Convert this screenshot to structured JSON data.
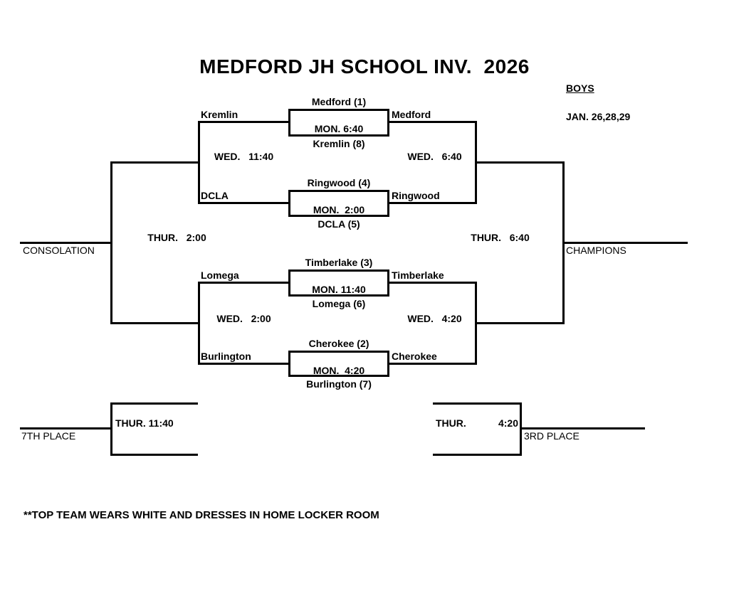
{
  "title": "MEDFORD JH SCHOOL INV.  2026",
  "header": {
    "division": "BOYS",
    "dates": "JAN. 26,28,29"
  },
  "games": [
    {
      "top_seed": "Medford (1)",
      "time": "MON. 6:40",
      "bottom_seed": "Kremlin (8)",
      "winner": "Medford",
      "loser": "Kremlin"
    },
    {
      "top_seed": "Ringwood (4)",
      "time": "MON.  2:00",
      "bottom_seed": "DCLA (5)",
      "winner": "Ringwood",
      "loser": "DCLA"
    },
    {
      "top_seed": "Timberlake (3)",
      "time": "MON. 11:40",
      "bottom_seed": "Lomega (6)",
      "winner": "Timberlake",
      "loser": "Lomega"
    },
    {
      "top_seed": "Cherokee (2)",
      "time": "MON.  4:20",
      "bottom_seed": "Burlington (7)",
      "winner": "Cherokee",
      "loser": "Burlington"
    }
  ],
  "semifinals": {
    "consolation_top": "WED.   11:40",
    "consolation_bottom": "WED.   2:00",
    "championship_top": "WED.   6:40",
    "championship_bottom": "WED.   4:20"
  },
  "finals": {
    "consolation_time": "THUR.   2:00",
    "consolation_label": "CONSOLATION",
    "championship_time": "THUR.   6:40",
    "championship_label": "CHAMPIONS"
  },
  "placement": {
    "seventh_time": "THUR. 11:40",
    "seventh_label": "7TH PLACE",
    "third_day": "THUR.",
    "third_time": "4:20",
    "third_label": "3RD PLACE"
  },
  "note": "**TOP TEAM WEARS WHITE AND DRESSES IN HOME LOCKER ROOM"
}
